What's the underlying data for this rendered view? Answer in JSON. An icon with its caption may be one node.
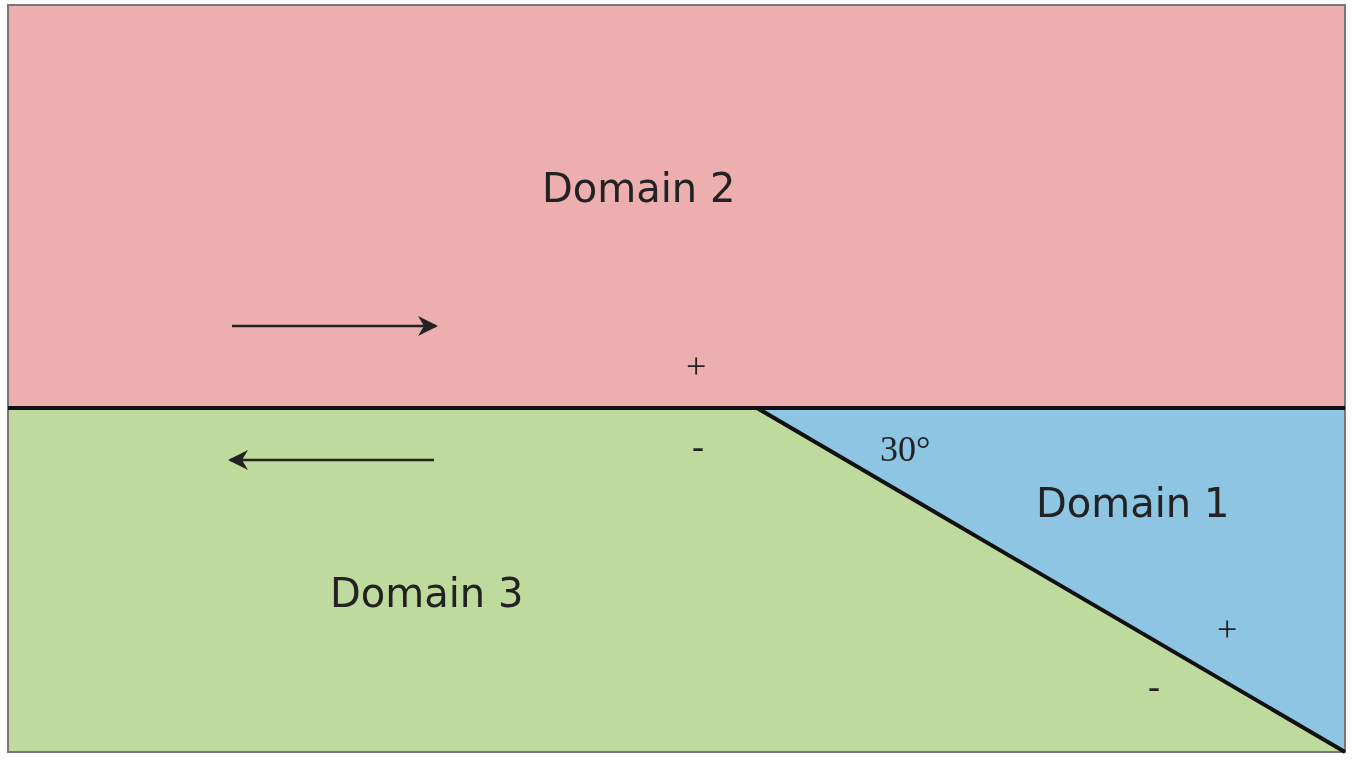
{
  "diagram": {
    "nodes": [
      {
        "text": [
          "Domain 2"
        ]
      },
      {
        "text": [
          "Domain 1"
        ]
      },
      {
        "text": [
          "Domain 3"
        ]
      }
    ],
    "labels": [
      "+",
      "30°",
      "-",
      "+",
      "-"
    ]
  }
}
